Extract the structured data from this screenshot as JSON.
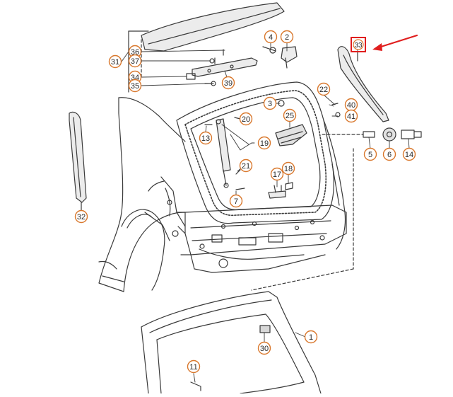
{
  "colors": {
    "line": "#3a3a3a",
    "callout": "#d9782d",
    "callout_text": "#2a2a2a",
    "highlight": "#e01e1e",
    "arrow": "#e01e1e",
    "part_fill": "#e8e8e8"
  },
  "callouts": [
    "1",
    "2",
    "3",
    "4",
    "5",
    "6",
    "7",
    "11",
    "13",
    "14",
    "17",
    "18",
    "19",
    "20",
    "21",
    "22",
    "25",
    "30",
    "31",
    "32",
    "34",
    "35",
    "36",
    "37",
    "39",
    "40",
    "41"
  ],
  "highlighted_callout": "33"
}
